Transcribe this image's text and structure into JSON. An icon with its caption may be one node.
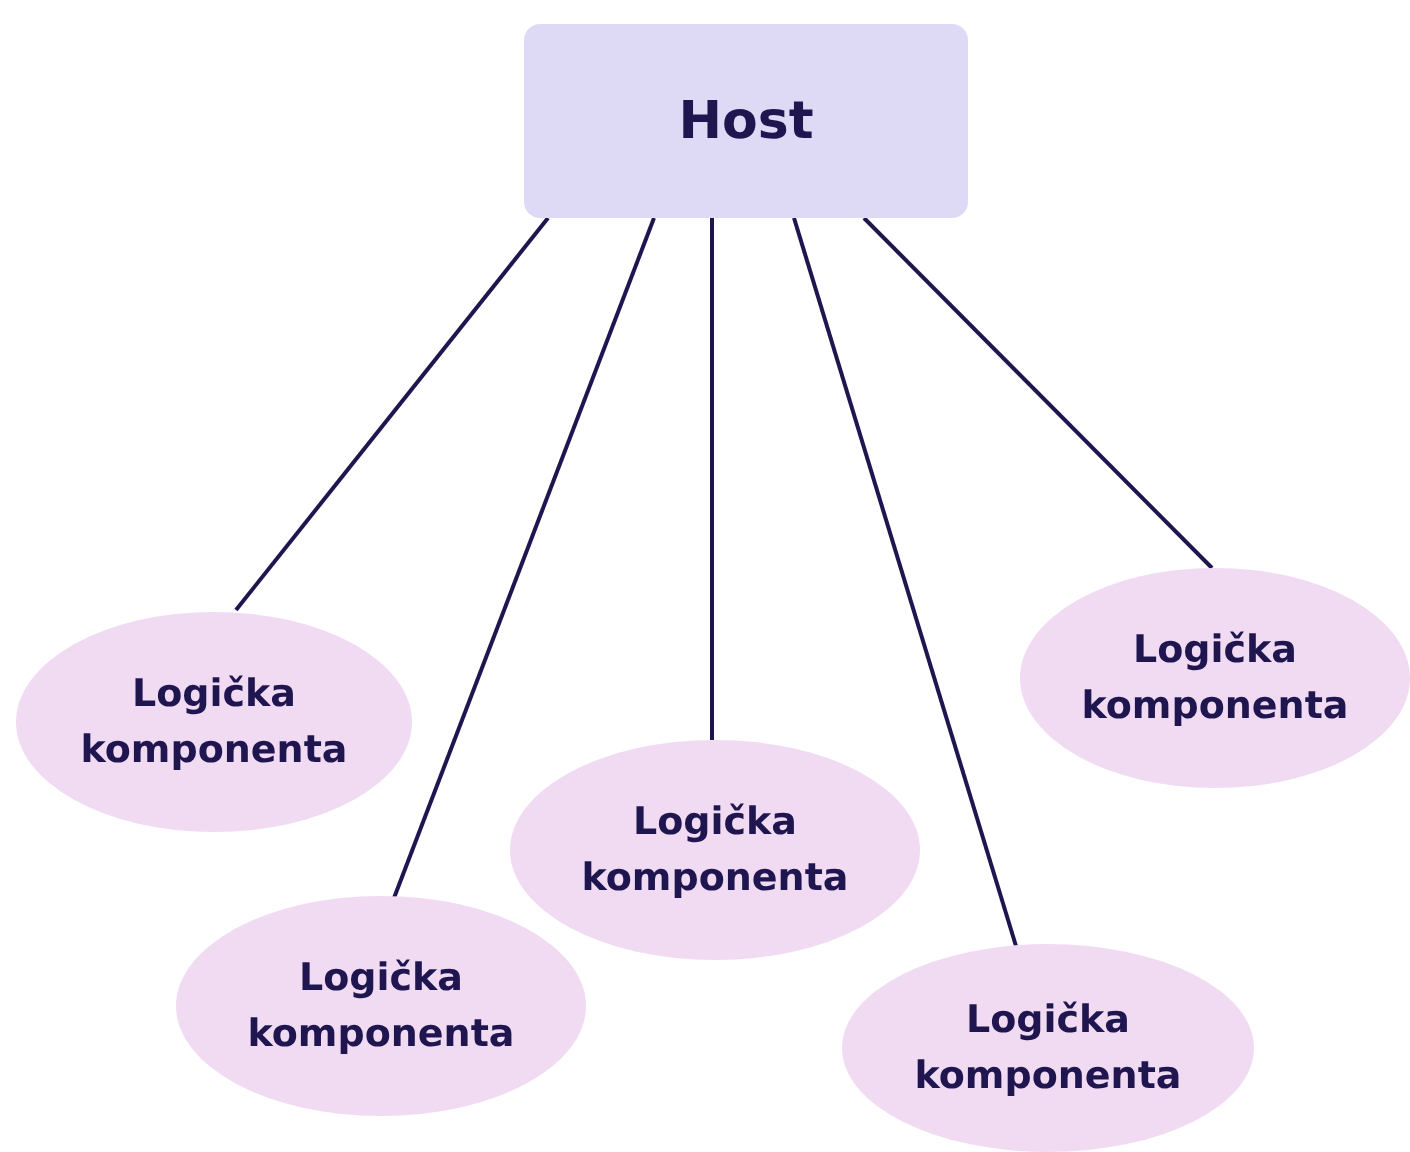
{
  "diagram": {
    "nodes": [
      {
        "text": [
          "Host"
        ]
      },
      {
        "text": [
          "Logička komponenta"
        ]
      },
      {
        "text": [
          "Logička komponenta"
        ]
      },
      {
        "text": [
          "Logička komponenta"
        ]
      },
      {
        "text": [
          "Logička komponenta"
        ]
      },
      {
        "text": [
          "Logička komponenta"
        ]
      }
    ],
    "edges": [
      {
        "from": 0,
        "to": 1,
        "arrow": "none"
      },
      {
        "from": 0,
        "to": 2,
        "arrow": "none"
      },
      {
        "from": 0,
        "to": 3,
        "arrow": "none"
      },
      {
        "from": 0,
        "to": 4,
        "arrow": "none"
      },
      {
        "from": 0,
        "to": 5,
        "arrow": "none"
      }
    ]
  }
}
